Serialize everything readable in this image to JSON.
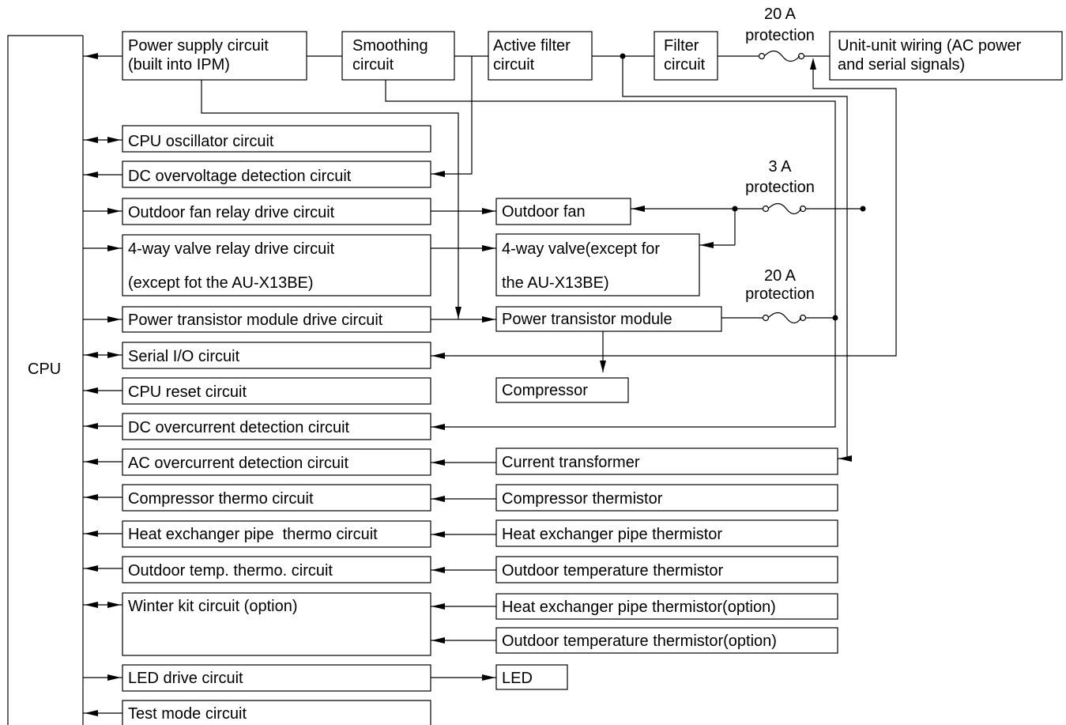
{
  "cpu": {
    "label": "CPU"
  },
  "top_blocks": {
    "power_supply": [
      "Power supply circuit",
      "(built into IPM)"
    ],
    "smoothing": [
      "Smoothing",
      "circuit"
    ],
    "active_filter": [
      "Active filter",
      "circuit"
    ],
    "filter": [
      "Filter",
      "circuit"
    ],
    "unit_wiring": [
      "Unit-unit wiring (AC power",
      "and serial signals)"
    ]
  },
  "fuses": {
    "main": [
      "20 A",
      "protection"
    ],
    "fan": [
      "3 A",
      "protection"
    ],
    "power_module": [
      "20 A",
      "protection"
    ]
  },
  "circuits": {
    "cpu_oscillator": "CPU oscillator circuit",
    "dc_overvoltage": "DC overvoltage detection circuit",
    "fan_relay": "Outdoor fan relay drive circuit",
    "valve_relay": [
      "4-way valve relay drive circuit",
      "(except fot the AU-X13BE)"
    ],
    "power_drive": "Power transistor module drive circuit",
    "serial_io": "Serial I/O circuit",
    "cpu_reset": "CPU reset circuit",
    "dc_overcurrent": "DC overcurrent detection circuit",
    "ac_overcurrent": "AC overcurrent detection circuit",
    "comp_thermo": "Compressor thermo circuit",
    "hex_thermo": "Heat exchanger pipe  thermo circuit",
    "outdoor_thermo": "Outdoor temp. thermo. circuit",
    "winter_kit": "Winter kit circuit (option)",
    "led_drive": "LED drive circuit",
    "test_mode": "Test mode circuit"
  },
  "devices": {
    "outdoor_fan": "Outdoor fan",
    "four_way_valve": [
      "4-way valve(except for",
      "the AU-X13BE)"
    ],
    "power_module": "Power transistor module",
    "compressor": "Compressor",
    "current_transformer": "Current transformer",
    "comp_thermistor": "Compressor thermistor",
    "hex_thermistor": "Heat exchanger pipe thermistor",
    "outdoor_thermistor": "Outdoor temperature thermistor",
    "hex_thermistor_opt": "Heat exchanger pipe thermistor(option)",
    "outdoor_thermistor_opt": "Outdoor temperature thermistor(option)",
    "led": "LED"
  }
}
